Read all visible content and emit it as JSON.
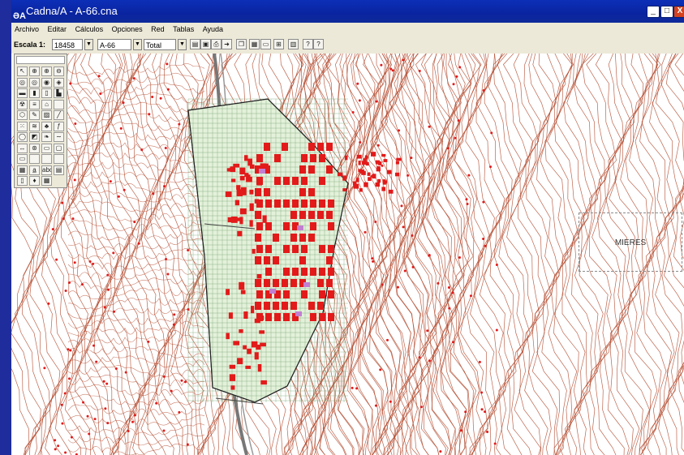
{
  "window": {
    "app_icon": "ƏA",
    "title": "Cadna/A - A-66.cna",
    "buttons": {
      "minimize": "_",
      "maximize": "□",
      "close": "X"
    }
  },
  "menubar": {
    "items": [
      "Archivo",
      "Editar",
      "Cálculos",
      "Opciones",
      "Red",
      "Tablas",
      "Ayuda"
    ]
  },
  "toolbar": {
    "scale_label": "Escala 1:",
    "scale_value": "18458",
    "layer_value": "A-66",
    "view_value": "Total",
    "buttons": [
      {
        "icon": "open-icon",
        "glyph": "▤"
      },
      {
        "icon": "save-icon",
        "glyph": "▣"
      },
      {
        "icon": "print-icon",
        "glyph": "⎙"
      },
      {
        "icon": "arrow-icon",
        "glyph": "➜"
      },
      {
        "icon": "copy-icon",
        "glyph": "❐"
      },
      {
        "icon": "table-icon",
        "glyph": "▦"
      },
      {
        "icon": "window-icon",
        "glyph": "▭"
      },
      {
        "icon": "grid-icon",
        "glyph": "⊞"
      },
      {
        "icon": "layers-icon",
        "glyph": "▥"
      },
      {
        "icon": "help-cursor-icon",
        "glyph": "?"
      },
      {
        "icon": "help-icon",
        "glyph": "?"
      }
    ]
  },
  "palette": {
    "tools": [
      {
        "icon": "pointer-icon",
        "glyph": "↖"
      },
      {
        "icon": "zoom-icon",
        "glyph": "⊕"
      },
      {
        "icon": "zoom-in-icon",
        "glyph": "⊕"
      },
      {
        "icon": "zoom-out-icon",
        "glyph": "⊖"
      },
      {
        "icon": "source-icon",
        "glyph": "◎"
      },
      {
        "icon": "source-line-icon",
        "glyph": "◎"
      },
      {
        "icon": "source-area-icon",
        "glyph": "◉"
      },
      {
        "icon": "receiver-icon",
        "glyph": "◈"
      },
      {
        "icon": "road-icon",
        "glyph": "▬"
      },
      {
        "icon": "rail-icon",
        "glyph": "▮"
      },
      {
        "icon": "parking-icon",
        "glyph": "▯"
      },
      {
        "icon": "industry-icon",
        "glyph": "▙"
      },
      {
        "icon": "sign-icon",
        "glyph": "☢"
      },
      {
        "icon": "barrier-icon",
        "glyph": "≡"
      },
      {
        "icon": "building-icon",
        "glyph": "⌂"
      },
      {
        "icon": "blank-icon",
        "glyph": " "
      },
      {
        "icon": "polygon-icon",
        "glyph": "⬡"
      },
      {
        "icon": "pen-icon",
        "glyph": "✎"
      },
      {
        "icon": "area-icon",
        "glyph": "▨"
      },
      {
        "icon": "line-icon",
        "glyph": "╱"
      },
      {
        "icon": "points-icon",
        "glyph": "⁙"
      },
      {
        "icon": "contour-icon",
        "glyph": "≋"
      },
      {
        "icon": "tree-icon",
        "glyph": "♣"
      },
      {
        "icon": "height-icon",
        "glyph": "ƒ"
      },
      {
        "icon": "circle-icon",
        "glyph": "◯"
      },
      {
        "icon": "terrain-icon",
        "glyph": "◩"
      },
      {
        "icon": "leaf-icon",
        "glyph": "❧"
      },
      {
        "icon": "wave-icon",
        "glyph": "∼"
      },
      {
        "icon": "measure-icon",
        "glyph": "↔"
      },
      {
        "icon": "target-icon",
        "glyph": "⊛"
      },
      {
        "icon": "frame-icon",
        "glyph": "▭"
      },
      {
        "icon": "screen-icon",
        "glyph": "▢"
      },
      {
        "icon": "box-icon",
        "glyph": "▭"
      },
      {
        "icon": "empty1-icon",
        "glyph": " "
      },
      {
        "icon": "empty2-icon",
        "glyph": " "
      },
      {
        "icon": "empty3-icon",
        "glyph": " "
      },
      {
        "icon": "grid-calc-icon",
        "glyph": "▦"
      },
      {
        "icon": "text-icon",
        "glyph": "a̲"
      },
      {
        "icon": "label-icon",
        "glyph": "abc"
      },
      {
        "icon": "legend-icon",
        "glyph": "▤"
      },
      {
        "icon": "doc-icon",
        "glyph": "▯"
      },
      {
        "icon": "pin-icon",
        "glyph": "♦"
      },
      {
        "icon": "table-tool-icon",
        "glyph": "▦"
      }
    ]
  },
  "map": {
    "place_label": "MIERES",
    "contour_color": "#b34a2e",
    "building_color": "#e21a1a",
    "grid_fill": "#e3f1da",
    "grid_line": "#7fa87a",
    "special_building_color": "#c27fd0"
  }
}
